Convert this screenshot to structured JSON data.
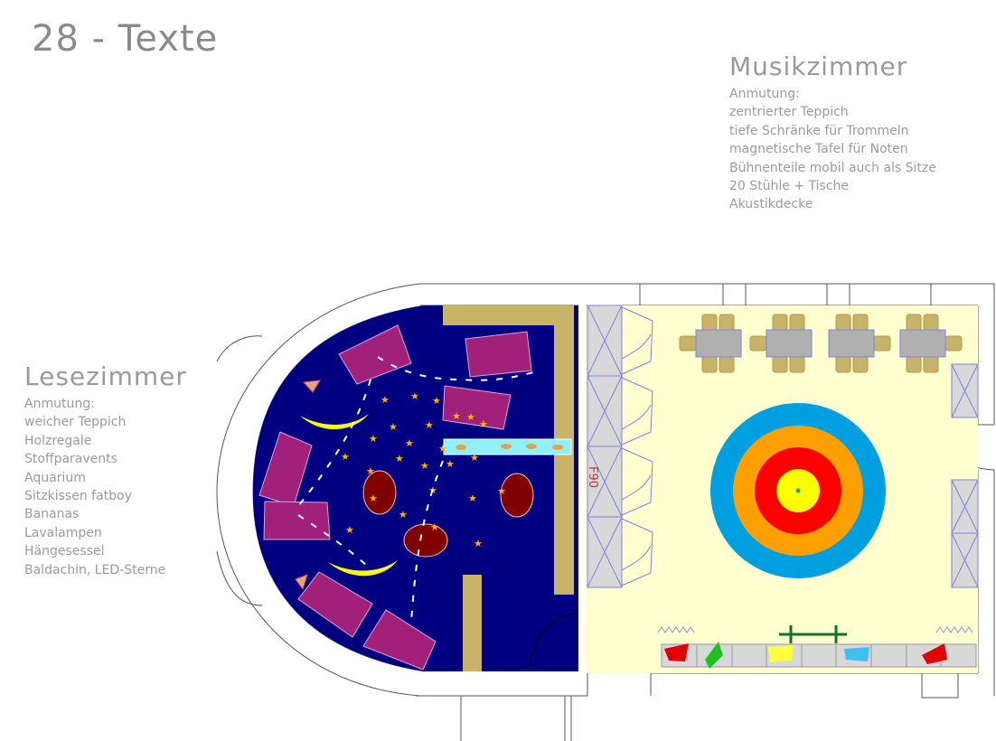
{
  "title": "28 - Texte",
  "rooms": {
    "music": {
      "heading": "Musikzimmer",
      "lines": [
        "Anmutung:",
        "zentrierter Teppich",
        "tiefe Schränke für Trommeln",
        "magnetische Tafel für Noten",
        "Bühnenteile mobil auch als Sitze",
        "20 Stühle + Tische",
        "Akustikdecke"
      ]
    },
    "reading": {
      "heading": "Lesezimmer",
      "lines": [
        "Anmutung:",
        "weicher Teppich",
        "Holzregale",
        "Stoffparavents",
        "Aquarium",
        "Sitzkissen fatboy",
        "Bananas",
        "Lavalampen",
        "Hängesessel",
        "Baldachin, LED-Sterne"
      ]
    },
    "plan": {
      "fire_door_label": "F90",
      "colors": {
        "reading_carpet": "#000080",
        "music_floor": "#ffffd0",
        "ring_outer": "#00a0e0",
        "ring_2": "#ffa000",
        "ring_3": "#ff0000",
        "ring_center": "#ffff00",
        "shelf": "#c8b468",
        "sail": "#a0207a"
      }
    }
  }
}
